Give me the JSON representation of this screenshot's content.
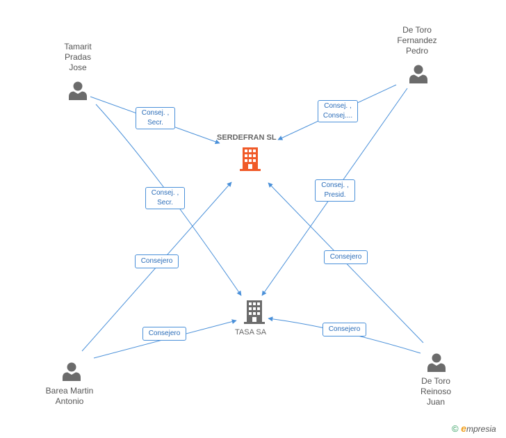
{
  "colors": {
    "edge": "#4a90d9",
    "person": "#6b6b6b",
    "main_company": "#f05a28",
    "company": "#6b6b6b"
  },
  "people": [
    {
      "id": "p1",
      "lines": [
        "Tamarit",
        "Pradas",
        "Jose"
      ]
    },
    {
      "id": "p2",
      "lines": [
        "De Toro",
        "Fernandez",
        "Pedro"
      ]
    },
    {
      "id": "p3",
      "lines": [
        "Barea Martin",
        "Antonio"
      ]
    },
    {
      "id": "p4",
      "lines": [
        "De Toro",
        "Reinoso",
        "Juan"
      ]
    }
  ],
  "companies": [
    {
      "id": "c1",
      "name": "SERDEFRAN SL",
      "main": true
    },
    {
      "id": "c2",
      "name": "TASA SA",
      "main": false
    }
  ],
  "edges": [
    {
      "from": "p1",
      "to": "c1",
      "lines": [
        "Consej. ,",
        "Secr."
      ]
    },
    {
      "from": "p1",
      "to": "c2",
      "lines": [
        "Consej. ,",
        "Secr."
      ]
    },
    {
      "from": "p2",
      "to": "c1",
      "lines": [
        "Consej. ,",
        "Consej...."
      ]
    },
    {
      "from": "p2",
      "to": "c2",
      "lines": [
        "Consej. ,",
        "Presid."
      ]
    },
    {
      "from": "p3",
      "to": "c1",
      "lines": [
        "Consejero"
      ]
    },
    {
      "from": "p3",
      "to": "c2",
      "lines": [
        "Consejero"
      ]
    },
    {
      "from": "p4",
      "to": "c1",
      "lines": [
        "Consejero"
      ]
    },
    {
      "from": "p4",
      "to": "c2",
      "lines": [
        "Consejero"
      ]
    }
  ],
  "footer": {
    "copyright": "©",
    "brand_initial": "e",
    "brand_rest": "mpresia"
  }
}
